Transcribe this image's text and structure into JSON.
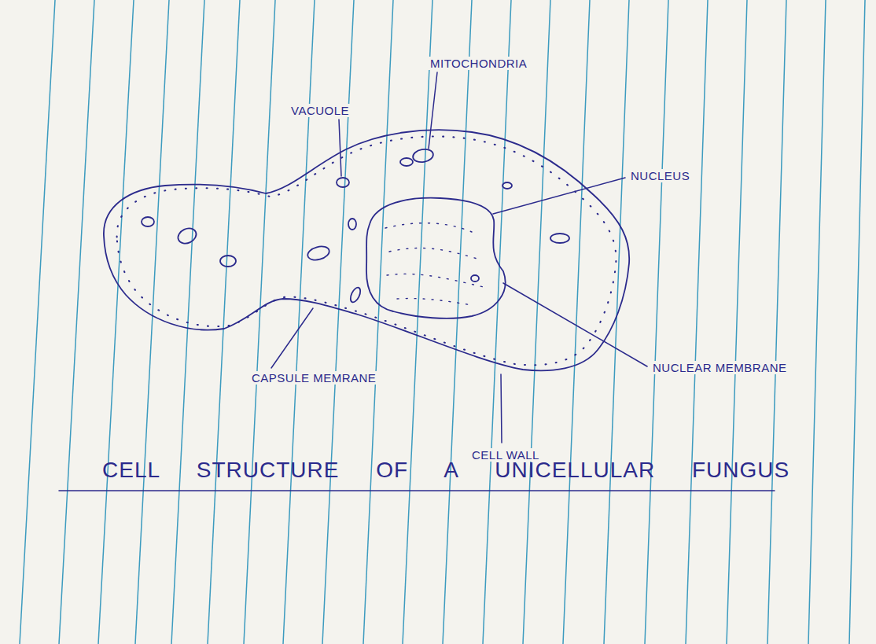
{
  "diagram": {
    "caption": "CELL STRUCTURE OF A UNICELLULAR FUNGUS",
    "labels": [
      "VACUOLE",
      "MITOCHONDRIA",
      "NUCLEUS",
      "CAPSULE MEMRANE",
      "NUCLEAR MEMBRANE",
      "CELL WALL"
    ]
  }
}
